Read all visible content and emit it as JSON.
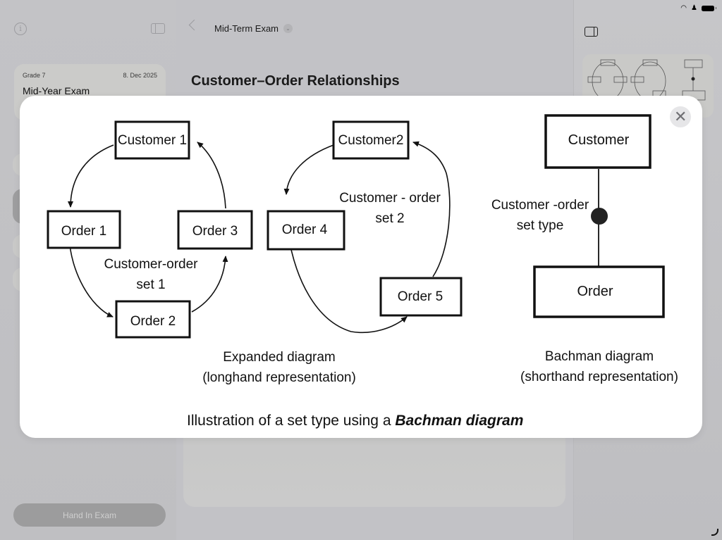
{
  "sidebar": {
    "exam_card": {
      "grade": "Grade 7",
      "date": "8. Dec 2025",
      "title": "Mid-Year Exam"
    },
    "hand_in_label": "Hand In Exam"
  },
  "header": {
    "title": "Mid-Term Exam",
    "chevron": "⌄"
  },
  "main": {
    "question_title": "Customer–Order Relationships"
  },
  "modal": {
    "close_label": "✕",
    "diagram": {
      "expanded": {
        "set1": {
          "owner": "Customer 1",
          "members": [
            "Order 1",
            "Order 2",
            "Order 3"
          ],
          "label_line1": "Customer-order",
          "label_line2": "set 1"
        },
        "set2": {
          "owner": "Customer2",
          "members": [
            "Order 4",
            "Order 5"
          ],
          "label_line1": "Customer - order",
          "label_line2": "set 2"
        },
        "caption_line1": "Expanded diagram",
        "caption_line2": "(longhand representation)"
      },
      "bachman": {
        "owner": "Customer",
        "member": "Order",
        "label_line1": "Customer -order",
        "label_line2": "set type",
        "caption_line1": "Bachman diagram",
        "caption_line2": "(shorthand representation)"
      },
      "title_plain": "Illustration of a set type using a ",
      "title_emphasis": "Bachman diagram"
    }
  },
  "icons": {
    "info": "info-icon",
    "sidebar_toggle": "sidebar-toggle-icon",
    "back": "chevron-left-icon",
    "inspector": "inspector-icon",
    "wifi": "wifi-icon",
    "battery": "battery-icon",
    "close": "close-icon"
  },
  "colors": {
    "background": "#c2c2c6",
    "modal": "#ffffff",
    "button_disabled": "#9c9c9d"
  }
}
